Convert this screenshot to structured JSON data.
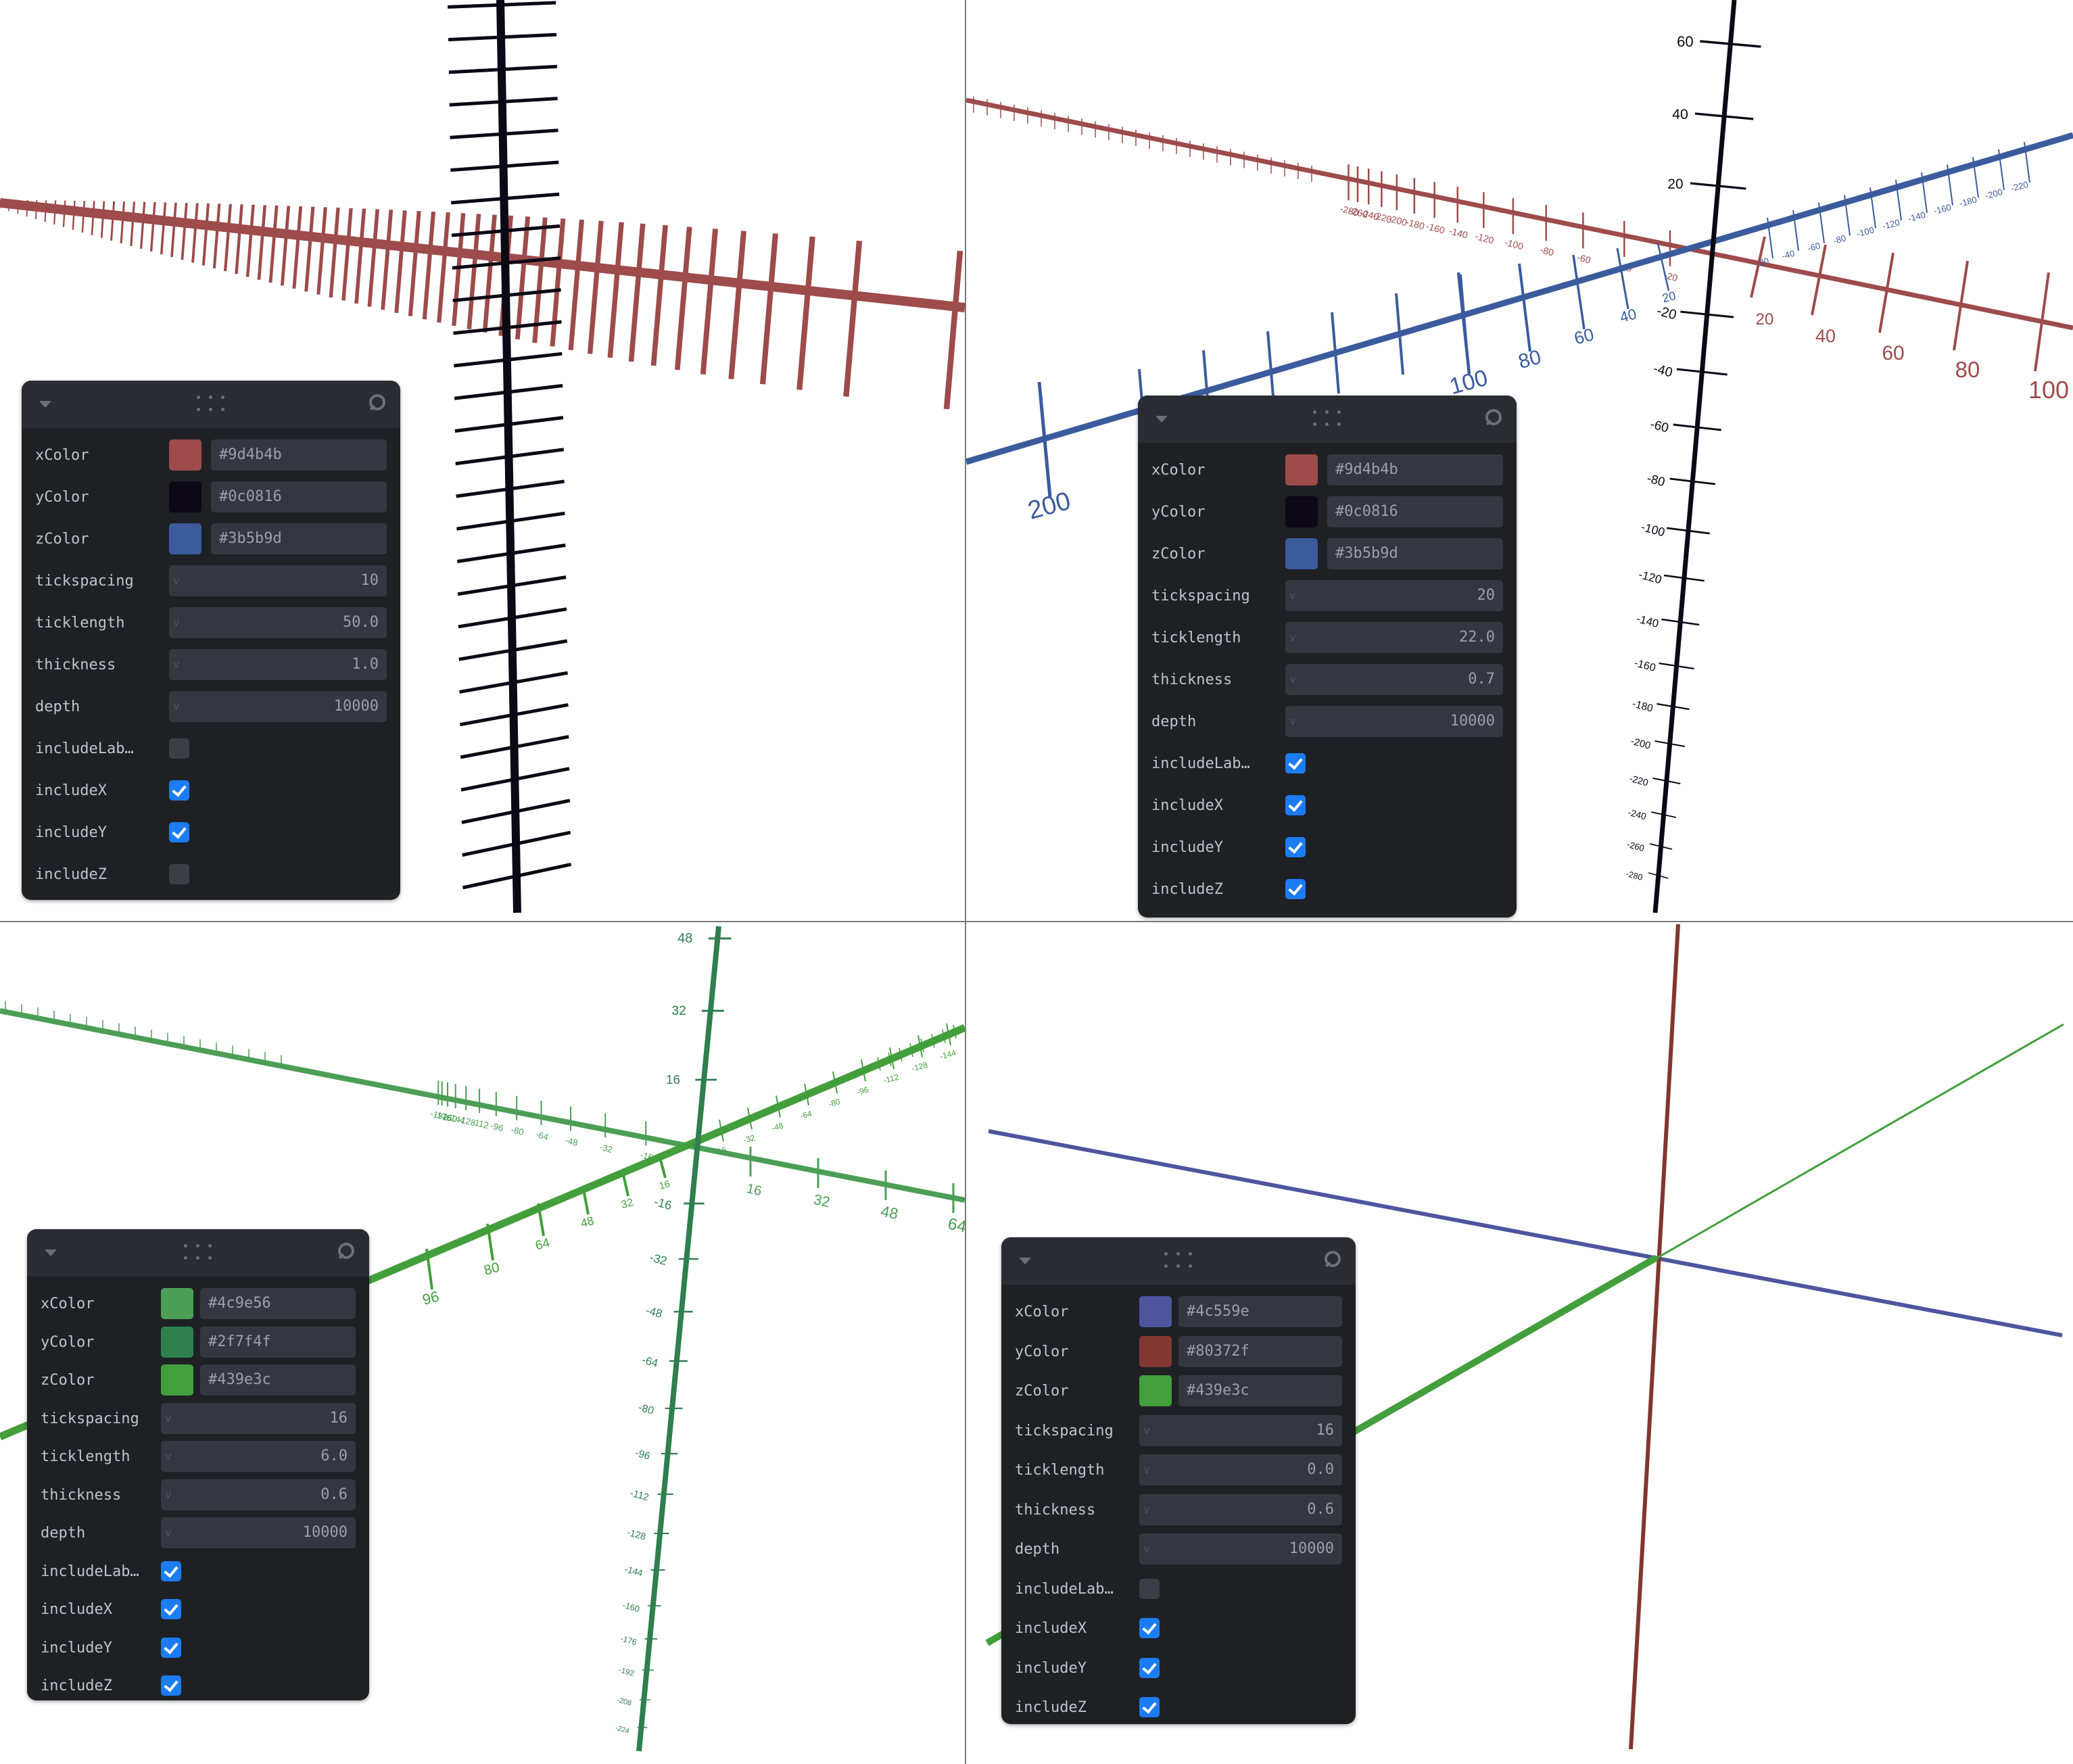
{
  "quadrants": [
    {
      "panel": {
        "xColor": {
          "label": "xColor",
          "value": "#9d4b4b"
        },
        "yColor": {
          "label": "yColor",
          "value": "#0c0816"
        },
        "zColor": {
          "label": "zColor",
          "value": "#3b5b9d"
        },
        "tickspacing": {
          "label": "tickspacing",
          "value": "10"
        },
        "ticklength": {
          "label": "ticklength",
          "value": "50.0"
        },
        "thickness": {
          "label": "thickness",
          "value": "1.0"
        },
        "depth": {
          "label": "depth",
          "value": "10000"
        },
        "includeLabels": {
          "label": "includeLab…",
          "checked": false
        },
        "includeX": {
          "label": "includeX",
          "checked": true
        },
        "includeY": {
          "label": "includeY",
          "checked": true
        },
        "includeZ": {
          "label": "includeZ",
          "checked": false
        }
      },
      "axis_labels": {
        "x": [],
        "y": [],
        "z": []
      }
    },
    {
      "panel": {
        "xColor": {
          "label": "xColor",
          "value": "#9d4b4b"
        },
        "yColor": {
          "label": "yColor",
          "value": "#0c0816"
        },
        "zColor": {
          "label": "zColor",
          "value": "#3b5b9d"
        },
        "tickspacing": {
          "label": "tickspacing",
          "value": "20"
        },
        "ticklength": {
          "label": "ticklength",
          "value": "22.0"
        },
        "thickness": {
          "label": "thickness",
          "value": "0.7"
        },
        "depth": {
          "label": "depth",
          "value": "10000"
        },
        "includeLabels": {
          "label": "includeLab…",
          "checked": true
        },
        "includeX": {
          "label": "includeX",
          "checked": true
        },
        "includeY": {
          "label": "includeY",
          "checked": true
        },
        "includeZ": {
          "label": "includeZ",
          "checked": true
        }
      },
      "axis_labels": {
        "x": [
          "20",
          "40",
          "60",
          "80",
          "100",
          "-20",
          "-40",
          "-60",
          "-80",
          "-100",
          "-120",
          "-140",
          "-160",
          "-180",
          "-200",
          "-220",
          "-240",
          "-260",
          "-280"
        ],
        "y": [
          "60",
          "40",
          "20",
          "-20",
          "-40",
          "-60",
          "-80",
          "-100",
          "-120",
          "-140",
          "-160",
          "-180",
          "-200",
          "-220",
          "-240",
          "-260",
          "-280"
        ],
        "z": [
          "200",
          "100",
          "80",
          "60",
          "40",
          "20",
          "-20",
          "-40",
          "-60",
          "-80",
          "-100",
          "-120",
          "-140",
          "-160",
          "-180",
          "-200",
          "-220"
        ]
      }
    },
    {
      "panel": {
        "xColor": {
          "label": "xColor",
          "value": "#4c9e56"
        },
        "yColor": {
          "label": "yColor",
          "value": "#2f7f4f"
        },
        "zColor": {
          "label": "zColor",
          "value": "#439e3c"
        },
        "tickspacing": {
          "label": "tickspacing",
          "value": "16"
        },
        "ticklength": {
          "label": "ticklength",
          "value": "6.0"
        },
        "thickness": {
          "label": "thickness",
          "value": "0.6"
        },
        "depth": {
          "label": "depth",
          "value": "10000"
        },
        "includeLabels": {
          "label": "includeLab…",
          "checked": true
        },
        "includeX": {
          "label": "includeX",
          "checked": true
        },
        "includeY": {
          "label": "includeY",
          "checked": true
        },
        "includeZ": {
          "label": "includeZ",
          "checked": true
        }
      },
      "axis_labels": {
        "x": [
          "16",
          "32",
          "48",
          "64",
          "-16",
          "-32",
          "-48",
          "-64",
          "-80",
          "-96",
          "-112",
          "-128",
          "-144",
          "-160",
          "-176",
          "-192"
        ],
        "y": [
          "48",
          "32",
          "16",
          "-16",
          "-32",
          "-48",
          "-64",
          "-80",
          "-96",
          "-112",
          "-128",
          "-144",
          "-160",
          "-176",
          "-192",
          "-208",
          "-224"
        ],
        "z": [
          "96",
          "80",
          "64",
          "48",
          "32",
          "16",
          "-16",
          "-32",
          "-48",
          "-64",
          "-80",
          "-96",
          "-112",
          "-128",
          "-144"
        ]
      }
    },
    {
      "panel": {
        "xColor": {
          "label": "xColor",
          "value": "#4c559e"
        },
        "yColor": {
          "label": "yColor",
          "value": "#80372f"
        },
        "zColor": {
          "label": "zColor",
          "value": "#439e3c"
        },
        "tickspacing": {
          "label": "tickspacing",
          "value": "16"
        },
        "ticklength": {
          "label": "ticklength",
          "value": "0.0"
        },
        "thickness": {
          "label": "thickness",
          "value": "0.6"
        },
        "depth": {
          "label": "depth",
          "value": "10000"
        },
        "includeLabels": {
          "label": "includeLab…",
          "checked": false
        },
        "includeX": {
          "label": "includeX",
          "checked": true
        },
        "includeY": {
          "label": "includeY",
          "checked": true
        },
        "includeZ": {
          "label": "includeZ",
          "checked": true
        }
      },
      "axis_labels": {
        "x": [],
        "y": [],
        "z": []
      }
    }
  ]
}
